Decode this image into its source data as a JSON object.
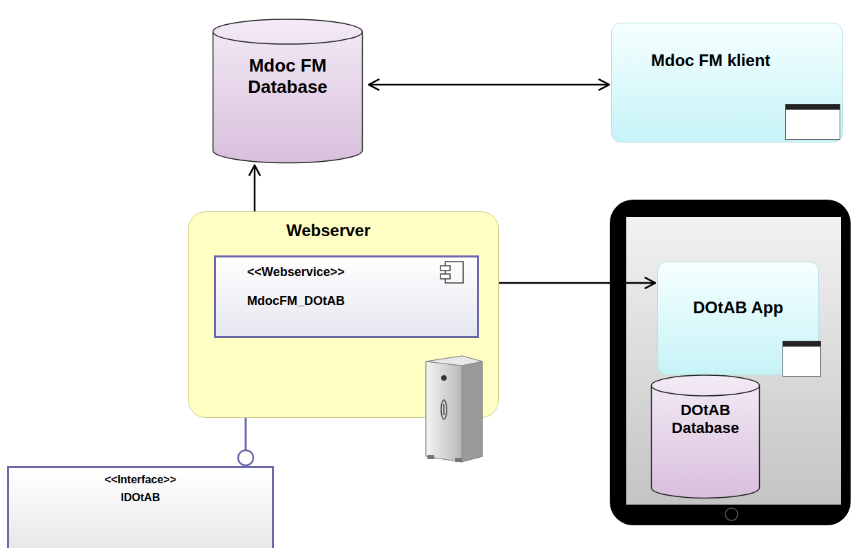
{
  "diagram": {
    "nodes": [
      {
        "text": [
          "Mdoc FM Database"
        ]
      },
      {
        "text": [
          "Mdoc FM klient"
        ]
      },
      {
        "text": [
          "Webserver"
        ]
      },
      {
        "text": [
          "<<Webservice>>",
          "MdocFM_DOtAB"
        ],
        "in": 2
      },
      {
        "text": [
          "DOtAB App"
        ]
      },
      {
        "text": [
          "DOtAB Database"
        ]
      },
      {
        "text": [
          "<<Interface>>",
          "IDOtAB"
        ]
      }
    ],
    "edges": [
      {
        "from": 0,
        "to": 1,
        "arrow": "both"
      },
      {
        "from": 0,
        "to": 3,
        "arrow": "both"
      },
      {
        "from": 3,
        "to": 4,
        "arrow": "both"
      },
      {
        "from": 3,
        "to": 6,
        "arrow": "none"
      }
    ]
  }
}
